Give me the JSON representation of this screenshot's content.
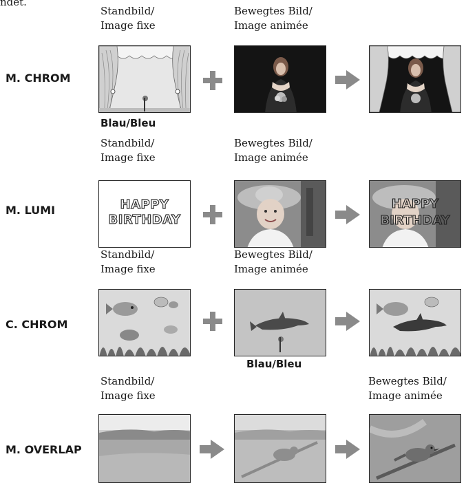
{
  "page_fragment": "ndet.",
  "rows": [
    {
      "mode": "M. CHROM",
      "still_caption": [
        "Standbild/",
        "Image fixe"
      ],
      "moving_caption": [
        "Bewegtes Bild/",
        "Image animée"
      ],
      "blue_label": "Blau/Bleu",
      "operator": "plus"
    },
    {
      "mode": "M. LUMI",
      "still_caption": [
        "Standbild/",
        "Image fixe"
      ],
      "moving_caption": [
        "Bewegtes Bild/",
        "Image animée"
      ],
      "still_text": [
        "HAPPY",
        "BIRTHDAY"
      ],
      "operator": "plus"
    },
    {
      "mode": "C. CHROM",
      "still_caption": [
        "Standbild/",
        "Image fixe"
      ],
      "moving_caption": [
        "Bewegtes Bild/",
        "Image animée"
      ],
      "blue_label": "Blau/Bleu",
      "operator": "plus"
    },
    {
      "mode": "M. OVERLAP",
      "still_caption": [
        "Standbild/",
        "Image fixe"
      ],
      "moving_caption": [
        "Bewegtes Bild/",
        "Image animée"
      ],
      "operator": "arrow"
    }
  ],
  "colors": {
    "operator": "#8a8a8a",
    "text": "#1a1a1a"
  }
}
